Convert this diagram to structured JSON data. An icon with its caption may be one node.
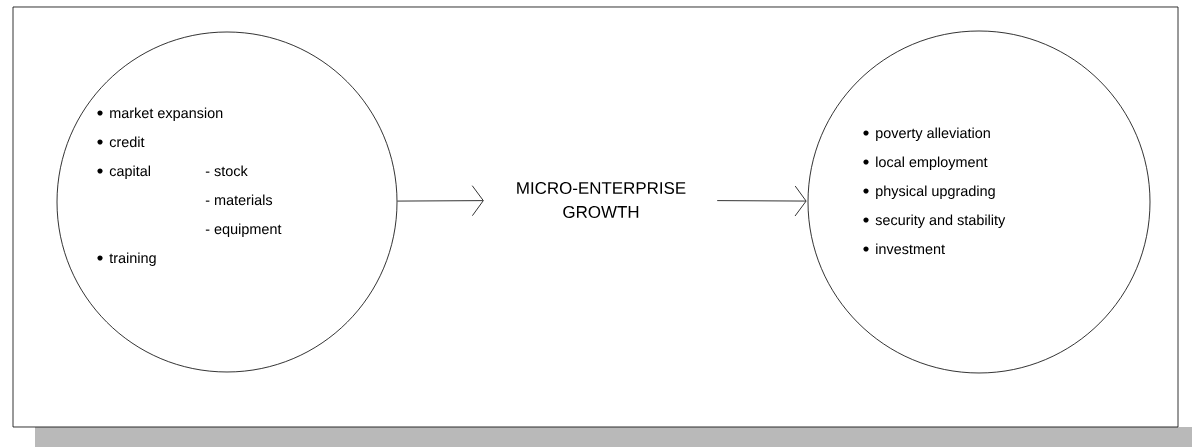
{
  "diagram": {
    "nodes": [
      {
        "text": [],
        "shape": "box"
      },
      {
        "text": [
          "market expansion",
          "credit",
          "capital",
          "- stock",
          "- materials",
          "- equipment",
          "training"
        ],
        "in": 0
      },
      {
        "text": [
          "MICRO-ENTERPRISE GROWTH"
        ],
        "in": 0
      },
      {
        "text": [
          "poverty alleviation",
          "local employment",
          "physical upgrading",
          "security and stability",
          "investment"
        ],
        "in": 0
      }
    ],
    "edges": [
      {
        "from": 1,
        "to": 2,
        "arrow": "to"
      },
      {
        "from": 2,
        "to": 3,
        "arrow": "to"
      }
    ]
  }
}
